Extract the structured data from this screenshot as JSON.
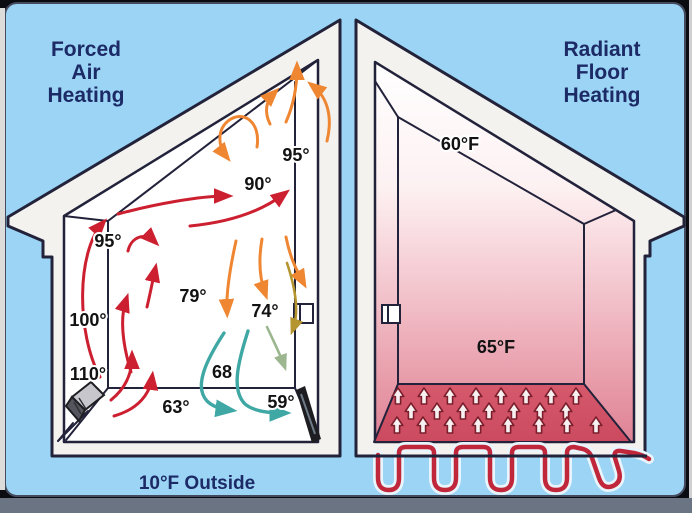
{
  "diagram": {
    "left_house": {
      "title": [
        "Forced",
        "Air",
        "Heating"
      ],
      "outside_label": "10°F Outside",
      "temperatures": {
        "ceiling_right": "95°",
        "upper_right": "90°",
        "upper_left": "95°",
        "left_wall": "100°",
        "center": "79°",
        "mid_right": "74°",
        "lower_left": "110°",
        "lower_center": "68",
        "floor_left": "63°",
        "floor_right": "59°"
      }
    },
    "right_house": {
      "title": [
        "Radiant",
        "Floor",
        "Heating"
      ],
      "temperatures": {
        "ceiling": "60°F",
        "room": "65°F"
      }
    },
    "colors": {
      "background_blue": "#9bd4f4",
      "house_fill": "#f3f2ef",
      "outline": "#22223a",
      "title_navy": "#1c2a66",
      "temp_black": "#121212",
      "hot_red": "#cc2030",
      "warm_orange": "#ef8632",
      "cool_teal": "#3fa8a4",
      "sage": "#9cb68f",
      "olive": "#b5952f",
      "pipe_red": "#c1273b",
      "floor_rose": "#d25668",
      "room_pink": "#e69aa8"
    }
  }
}
